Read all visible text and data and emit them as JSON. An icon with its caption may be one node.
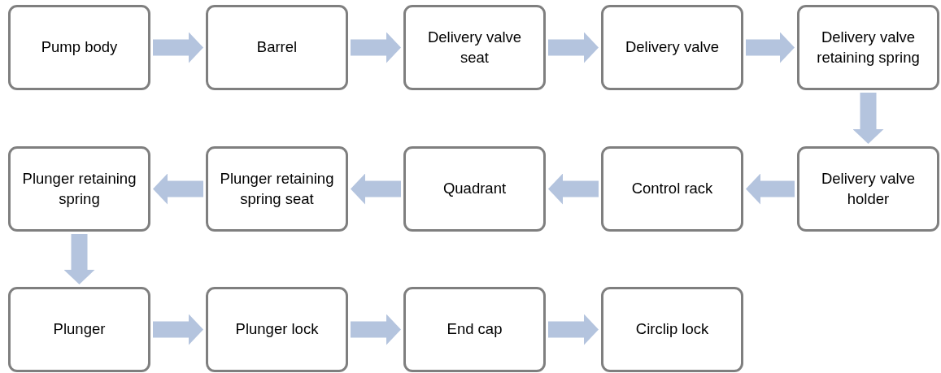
{
  "diagram": {
    "nodes": [
      {
        "text": [
          "Pump body"
        ]
      },
      {
        "text": [
          "Barrel"
        ]
      },
      {
        "text": [
          "Delivery valve seat"
        ]
      },
      {
        "text": [
          "Delivery valve"
        ]
      },
      {
        "text": [
          "Delivery valve retaining spring"
        ]
      },
      {
        "text": [
          "Delivery valve holder"
        ]
      },
      {
        "text": [
          "Control rack"
        ]
      },
      {
        "text": [
          "Quadrant"
        ]
      },
      {
        "text": [
          "Plunger retaining spring seat"
        ]
      },
      {
        "text": [
          "Plunger retaining spring"
        ]
      },
      {
        "text": [
          "Plunger"
        ]
      },
      {
        "text": [
          "Plunger lock"
        ]
      },
      {
        "text": [
          "End cap"
        ]
      },
      {
        "text": [
          "Circlip lock"
        ]
      }
    ],
    "edges": [
      {
        "from": 0,
        "to": 1,
        "arrow": "to"
      },
      {
        "from": 1,
        "to": 2,
        "arrow": "to"
      },
      {
        "from": 2,
        "to": 3,
        "arrow": "to"
      },
      {
        "from": 3,
        "to": 4,
        "arrow": "to"
      },
      {
        "from": 4,
        "to": 5,
        "arrow": "to"
      },
      {
        "from": 5,
        "to": 6,
        "arrow": "to"
      },
      {
        "from": 6,
        "to": 7,
        "arrow": "to"
      },
      {
        "from": 7,
        "to": 8,
        "arrow": "to"
      },
      {
        "from": 8,
        "to": 9,
        "arrow": "to"
      },
      {
        "from": 9,
        "to": 10,
        "arrow": "to"
      },
      {
        "from": 10,
        "to": 11,
        "arrow": "to"
      },
      {
        "from": 11,
        "to": 12,
        "arrow": "to"
      },
      {
        "from": 12,
        "to": 13,
        "arrow": "to"
      }
    ]
  }
}
